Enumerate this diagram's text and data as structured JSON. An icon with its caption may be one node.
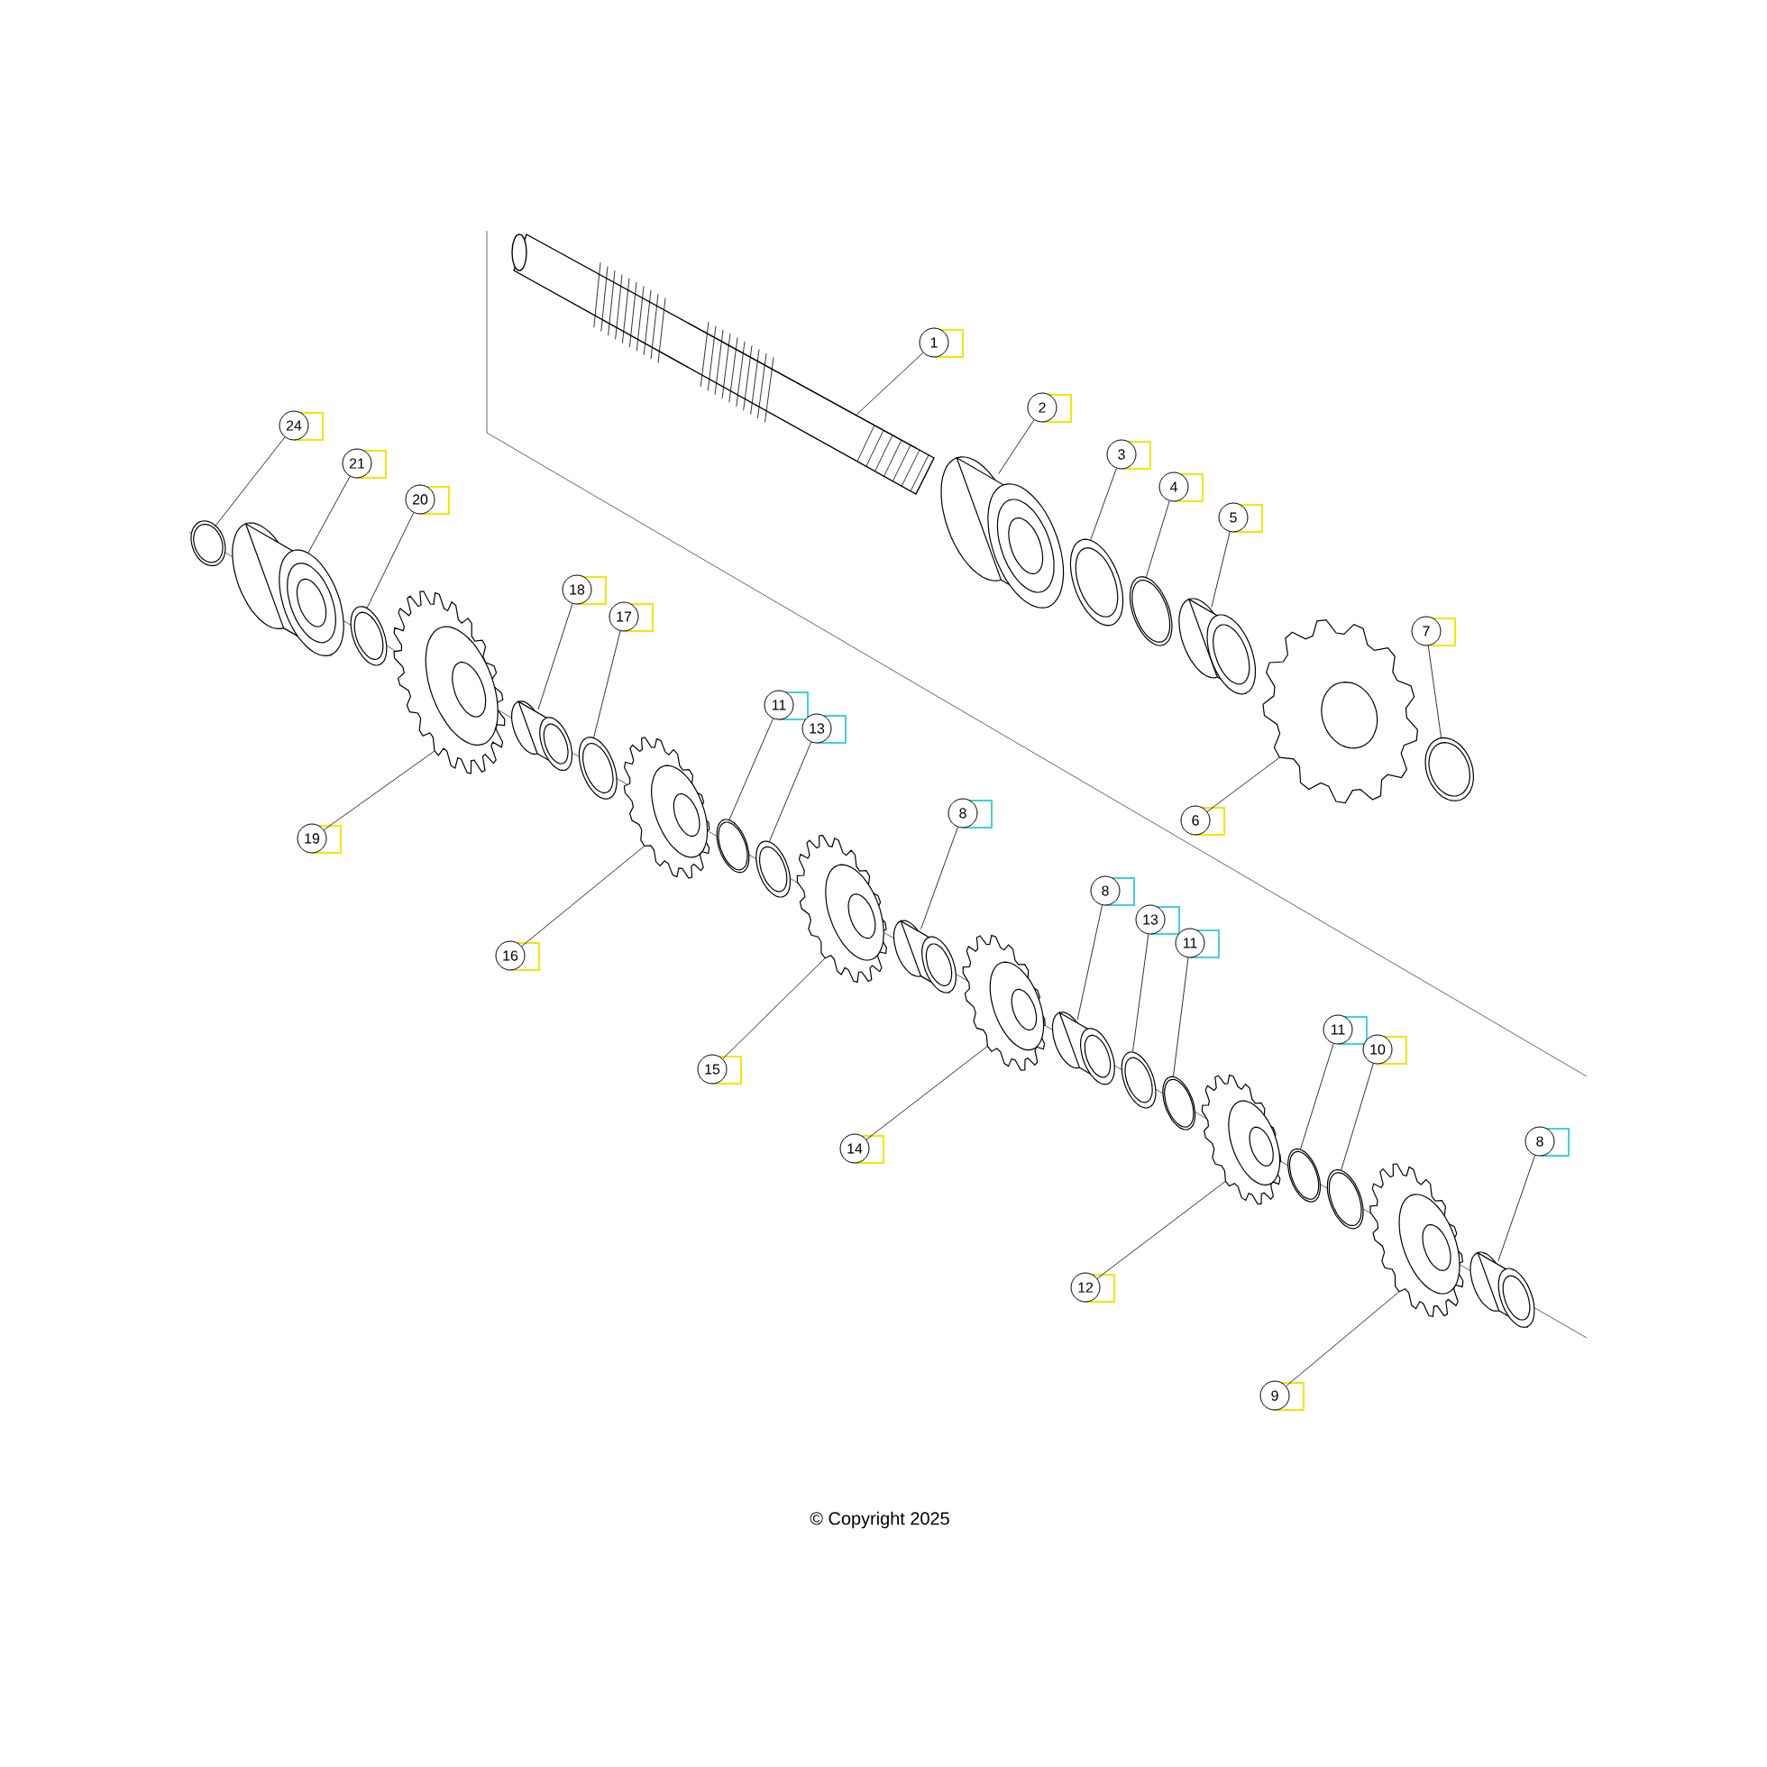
{
  "diagram": {
    "nodes": [
      {
        "text": [
          "1"
        ]
      },
      {
        "text": [
          "2"
        ]
      },
      {
        "text": [
          "3"
        ]
      },
      {
        "text": [
          "4"
        ]
      },
      {
        "text": [
          "5"
        ]
      },
      {
        "text": [
          "7"
        ]
      },
      {
        "text": [
          "6"
        ]
      },
      {
        "text": [
          "24"
        ]
      },
      {
        "text": [
          "21"
        ]
      },
      {
        "text": [
          "20"
        ]
      },
      {
        "text": [
          "18"
        ]
      },
      {
        "text": [
          "17"
        ]
      },
      {
        "text": [
          "19"
        ]
      },
      {
        "text": [
          "11"
        ]
      },
      {
        "text": [
          "13"
        ]
      },
      {
        "text": [
          "16"
        ]
      },
      {
        "text": [
          "8"
        ]
      },
      {
        "text": [
          "15"
        ]
      },
      {
        "text": [
          "8"
        ]
      },
      {
        "text": [
          "13"
        ]
      },
      {
        "text": [
          "11"
        ]
      },
      {
        "text": [
          "14"
        ]
      },
      {
        "text": [
          "11"
        ]
      },
      {
        "text": [
          "10"
        ]
      },
      {
        "text": [
          "12"
        ]
      },
      {
        "text": [
          "8"
        ]
      },
      {
        "text": [
          "9"
        ]
      },
      {
        "text": [],
        "shape": "picture"
      },
      {
        "text": [],
        "shape": "picture"
      },
      {
        "text": [],
        "shape": "picture"
      },
      {
        "text": [],
        "shape": "picture"
      },
      {
        "text": [],
        "shape": "picture"
      },
      {
        "text": [],
        "shape": "picture"
      },
      {
        "text": [],
        "shape": "picture"
      },
      {
        "text": [],
        "shape": "picture"
      },
      {
        "text": [],
        "shape": "picture"
      },
      {
        "text": [],
        "shape": "picture"
      },
      {
        "text": [],
        "shape": "picture"
      },
      {
        "text": [],
        "shape": "picture"
      },
      {
        "text": [],
        "shape": "picture"
      },
      {
        "text": [],
        "shape": "picture"
      },
      {
        "text": [],
        "shape": "picture"
      },
      {
        "text": [],
        "shape": "picture"
      },
      {
        "text": [],
        "shape": "picture"
      },
      {
        "text": [],
        "shape": "picture"
      },
      {
        "text": [],
        "shape": "picture"
      },
      {
        "text": [],
        "shape": "picture"
      },
      {
        "text": [],
        "shape": "picture"
      },
      {
        "text": [],
        "shape": "picture"
      },
      {
        "text": [],
        "shape": "picture"
      },
      {
        "text": [],
        "shape": "picture"
      },
      {
        "text": [],
        "shape": "picture"
      },
      {
        "text": [],
        "shape": "picture"
      },
      {
        "text": [],
        "shape": "picture"
      }
    ],
    "edges": [
      {
        "from": 0,
        "to": 27,
        "arrow": "none"
      },
      {
        "from": 1,
        "to": 28,
        "arrow": "none"
      },
      {
        "from": 2,
        "to": 29,
        "arrow": "none"
      },
      {
        "from": 3,
        "to": 30,
        "arrow": "none"
      },
      {
        "from": 4,
        "to": 31,
        "arrow": "none"
      },
      {
        "from": 5,
        "to": 33,
        "arrow": "none"
      },
      {
        "from": 6,
        "to": 32,
        "arrow": "none"
      },
      {
        "from": 7,
        "to": 34,
        "arrow": "none"
      },
      {
        "from": 8,
        "to": 35,
        "arrow": "none"
      },
      {
        "from": 9,
        "to": 36,
        "arrow": "none"
      },
      {
        "from": 10,
        "to": 38,
        "arrow": "none"
      },
      {
        "from": 11,
        "to": 39,
        "arrow": "none"
      },
      {
        "from": 12,
        "to": 37,
        "arrow": "none"
      },
      {
        "from": 13,
        "to": 41,
        "arrow": "none"
      },
      {
        "from": 14,
        "to": 42,
        "arrow": "none"
      },
      {
        "from": 15,
        "to": 40,
        "arrow": "none"
      },
      {
        "from": 16,
        "to": 44,
        "arrow": "none"
      },
      {
        "from": 17,
        "to": 43,
        "arrow": "none"
      },
      {
        "from": 18,
        "to": 46,
        "arrow": "none"
      },
      {
        "from": 19,
        "to": 47,
        "arrow": "none"
      },
      {
        "from": 20,
        "to": 48,
        "arrow": "none"
      },
      {
        "from": 21,
        "to": 45,
        "arrow": "none"
      },
      {
        "from": 22,
        "to": 50,
        "arrow": "none"
      },
      {
        "from": 23,
        "to": 51,
        "arrow": "none"
      },
      {
        "from": 24,
        "to": 49,
        "arrow": "none"
      },
      {
        "from": 25,
        "to": 53,
        "arrow": "none"
      },
      {
        "from": 26,
        "to": 52,
        "arrow": "none"
      }
    ],
    "labels": [
      "© Copyright 2025"
    ]
  }
}
